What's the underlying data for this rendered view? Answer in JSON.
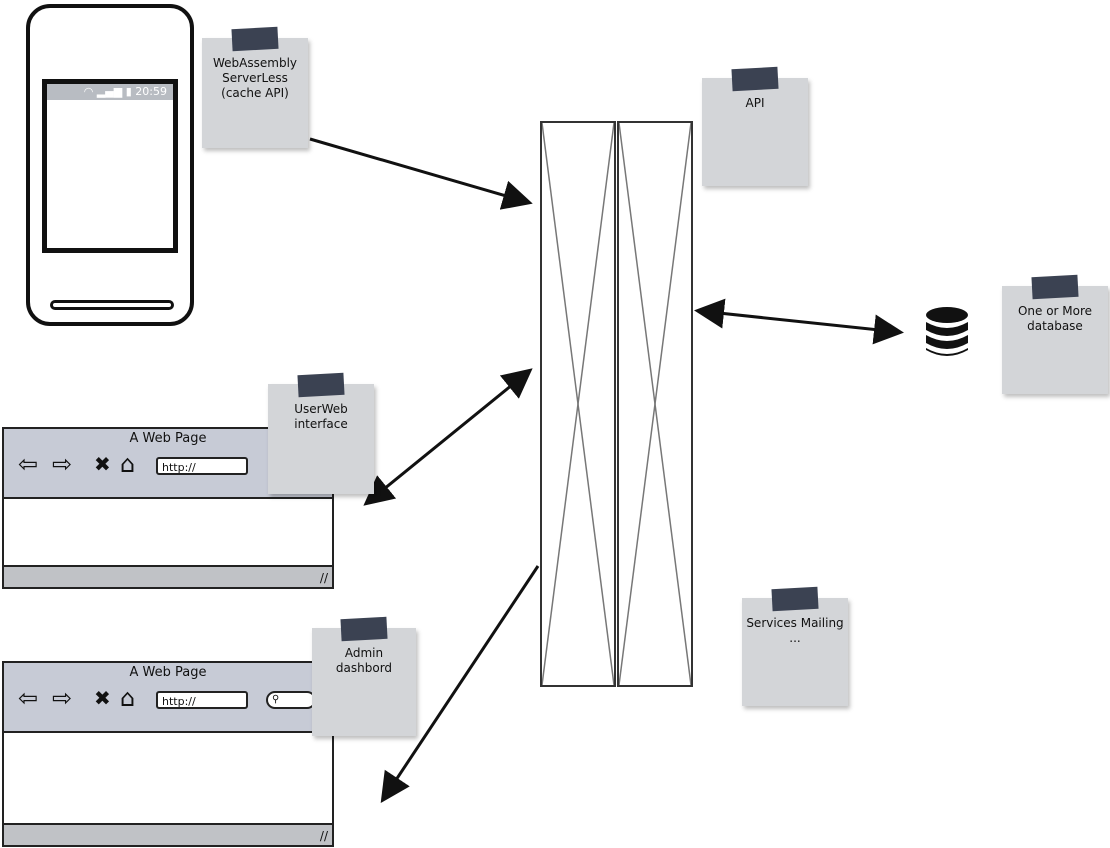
{
  "phone": {
    "status_time": "20:59"
  },
  "browsers": [
    {
      "title": "A Web Page",
      "url": "http://"
    },
    {
      "title": "A Web Page",
      "url": "http://"
    }
  ],
  "notes": {
    "webassembly": "WebAssembly ServerLess (cache API)",
    "userweb": "UserWeb interface",
    "admin": "Admin dashbord",
    "api": "API",
    "database": "One or More database",
    "services": "Services Mailing ..."
  },
  "icons": {
    "back": "arrow-left-icon",
    "forward": "arrow-right-icon",
    "stop": "close-icon",
    "home": "home-icon",
    "database": "database-icon",
    "wifi": "wifi-icon",
    "signal": "signal-icon",
    "battery": "battery-icon"
  }
}
